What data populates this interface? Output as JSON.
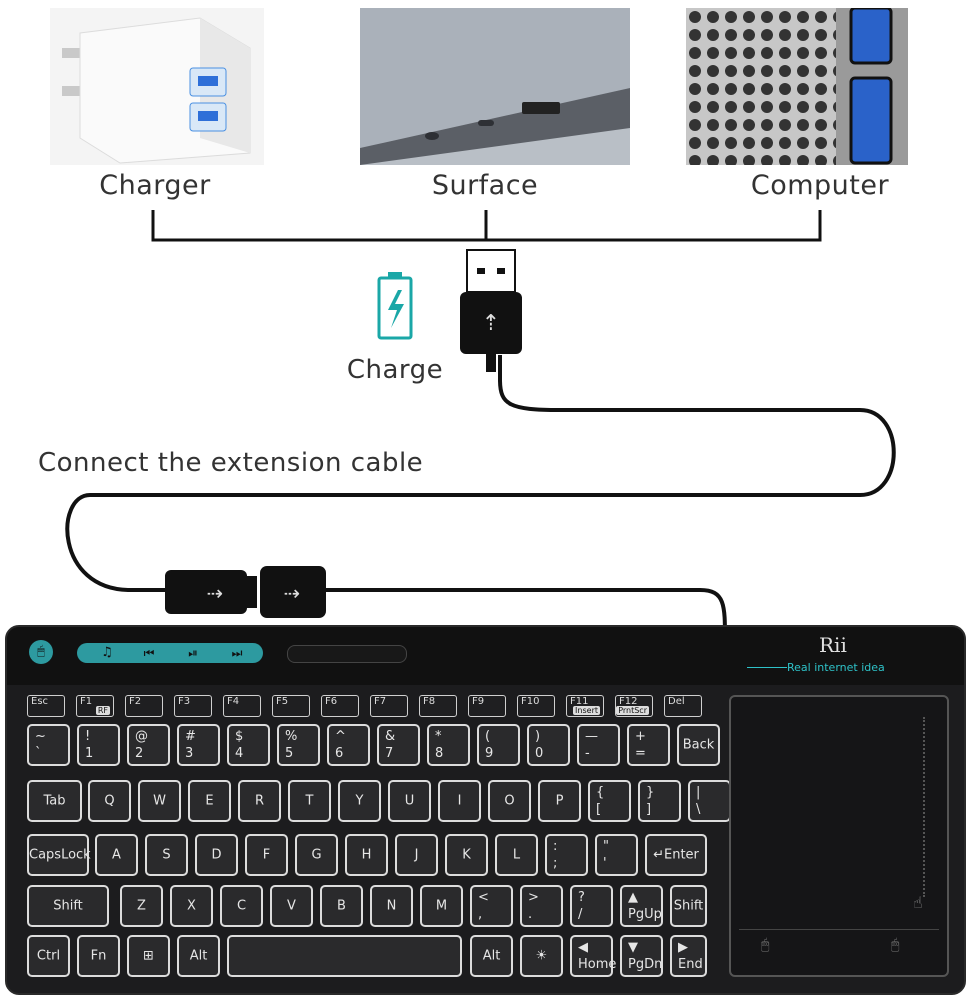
{
  "sources": [
    {
      "label": "Charger"
    },
    {
      "label": "Surface"
    },
    {
      "label": "Computer"
    }
  ],
  "charge_label": "Charge",
  "extension_label": "Connect the extension cable",
  "keyboard": {
    "brand": "Rii",
    "tagline": "Real internet idea",
    "media_keys": [
      "♫",
      "⏮",
      "⏯",
      "⏭"
    ],
    "function_keys": [
      "Esc",
      "F1",
      "F2",
      "F3",
      "F4",
      "F5",
      "F6",
      "F7",
      "F8",
      "F9",
      "F10",
      "F11",
      "F12",
      "Del"
    ],
    "function_subs": [
      "",
      "RF",
      "",
      "",
      "",
      "",
      "",
      "",
      "",
      "",
      "",
      "Insert",
      "PrntScr",
      ""
    ],
    "number_row": [
      {
        "t": "~",
        "b": "`"
      },
      {
        "t": "!",
        "b": "1"
      },
      {
        "t": "@",
        "b": "2"
      },
      {
        "t": "#",
        "b": "3"
      },
      {
        "t": "$",
        "b": "4"
      },
      {
        "t": "%",
        "b": "5"
      },
      {
        "t": "^",
        "b": "6"
      },
      {
        "t": "&",
        "b": "7"
      },
      {
        "t": "*",
        "b": "8"
      },
      {
        "t": "(",
        "b": "9"
      },
      {
        "t": ")",
        "b": "0"
      },
      {
        "t": "—",
        "b": "-"
      },
      {
        "t": "+",
        "b": "="
      }
    ],
    "back": "Back",
    "row_q": [
      "Q",
      "W",
      "E",
      "R",
      "T",
      "Y",
      "U",
      "I",
      "O",
      "P"
    ],
    "row_q_sym": [
      {
        "t": "{",
        "b": "["
      },
      {
        "t": "}",
        "b": "]"
      },
      {
        "t": "|",
        "b": "\\"
      }
    ],
    "tab": "Tab",
    "capslock": "CapsLock",
    "row_a": [
      "A",
      "S",
      "D",
      "F",
      "G",
      "H",
      "J",
      "K",
      "L"
    ],
    "row_a_sym": [
      {
        "t": ":",
        "b": ";"
      },
      {
        "t": "\"",
        "b": "'"
      }
    ],
    "enter": "Enter",
    "shift": "Shift",
    "row_z": [
      "Z",
      "X",
      "C",
      "V",
      "B",
      "N",
      "M"
    ],
    "row_z_sym": [
      {
        "t": "<",
        "b": ","
      },
      {
        "t": ">",
        "b": "."
      },
      {
        "t": "?",
        "b": "/"
      }
    ],
    "pgup": "PgUp",
    "ctrl": "Ctrl",
    "fn": "Fn",
    "alt": "Alt",
    "home": "Home",
    "pgdn": "PgDn",
    "end": "End"
  }
}
